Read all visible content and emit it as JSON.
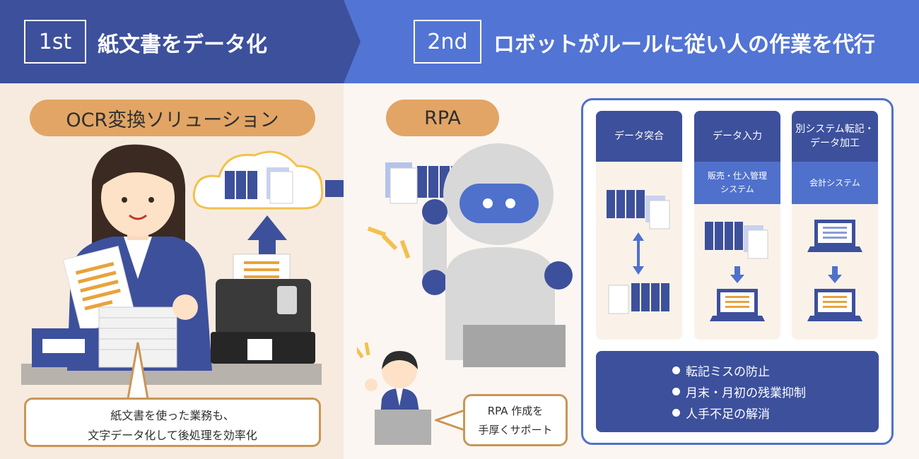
{
  "header": {
    "step1": {
      "tag": "1st",
      "title": "紙文書をデータ化"
    },
    "step2": {
      "tag": "2nd",
      "title": "ロボットがルールに従い人の作業を代行"
    }
  },
  "left": {
    "pill": "OCR変換ソリューション",
    "bubble_line1": "紙文書を使った業務も、",
    "bubble_line2": "文字データ化して後処理を効率化"
  },
  "middle": {
    "pill": "RPA",
    "bubble_line1": "RPA 作成を",
    "bubble_line2": "手厚くサポート"
  },
  "panel": {
    "columns": [
      {
        "title_line1": "データ突合",
        "title_line2": "",
        "sub_line1": "",
        "sub_line2": ""
      },
      {
        "title_line1": "データ入力",
        "title_line2": "",
        "sub_line1": "販売・仕入管理",
        "sub_line2": "システム"
      },
      {
        "title_line1": "別システム転記・",
        "title_line2": "データ加工",
        "sub_line1": "会計システム",
        "sub_line2": ""
      }
    ],
    "benefits": [
      "転記ミスの防止",
      "月末・月初の残業抑制",
      "人手不足の解消"
    ]
  },
  "colors": {
    "navy": "#3d509c",
    "blue": "#5274d4",
    "orange": "#e2a565",
    "tan": "#c99657",
    "bg_left": "#f6ebde"
  }
}
